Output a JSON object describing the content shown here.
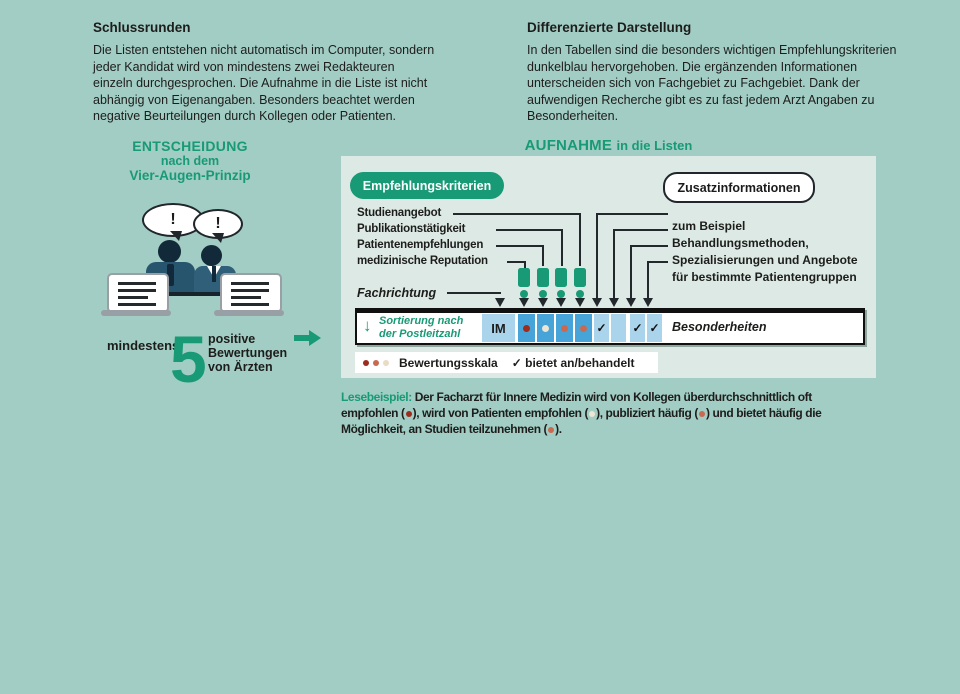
{
  "colors": {
    "background": "#a2cdc4",
    "panel": "#dce9e4",
    "accent_green": "#189a76",
    "table_dark_blue": "#46a4d8",
    "table_light_blue": "#aad3ec",
    "dot_dark_red": "#9b2c1e",
    "dot_cream": "#efe5d1",
    "dot_salmon": "#c96a50"
  },
  "sections": {
    "final_rounds": {
      "title": "Schlussrunden",
      "body": "Die Listen entstehen nicht automatisch im Computer, sondern\njeder Kandidat wird von mindestens zwei Redakteuren\neinzeln durchgesprochen. Die Aufnahme in die Liste ist nicht\nabhängig von Eigenangaben. Besonders beachtet werden\nnegative Beurteilungen durch Kollegen oder Patienten."
    },
    "differentiated": {
      "title": "Differenzierte Darstellung",
      "body": "In den Tabellen sind die besonders wichtigen Empfehlungskriterien\ndunkelblau hervorgehoben. Die ergänzenden Informationen\nunterscheiden sich von Fachgebiet zu Fachgebiet. Dank der\naufwendigen Recherche gibt es zu fast jedem Arzt Angaben zu\nBesonderheiten."
    },
    "decision": {
      "line1": "ENTSCHEIDUNG",
      "line2": "nach dem",
      "line3": "Vier-Augen-Prinzip",
      "bubble_mark": "!",
      "min_label": "mindestens",
      "big_number": "5",
      "ratings_label": "positive\nBewertungen\nvon Ärzten"
    },
    "admission": {
      "heading_strong": "AUFNAHME",
      "heading_rest": "in die Listen",
      "criteria_pill": "Empfehlungskriterien",
      "info_pill": "Zusatzinformationen",
      "criteria": [
        "Studienangebot",
        "Publikationstätigkeit",
        "Patientenempfehlungen",
        "medizinische Reputation"
      ],
      "row_label": "Fachrichtung",
      "info_text": "zum Beispiel Behandlungsmethoden,\nSpezialisierungen und Angebote\nfür bestimmte Patientengruppen",
      "table": {
        "sort_label": "Sortierung nach\nder Postleitzahl",
        "sort_arrow": "↓",
        "first_cell": "IM",
        "rating_dots": [
          "#9b2c1e",
          "#efe5d1",
          "#c96a50",
          "#c96a50"
        ],
        "check_cells": [
          "✓",
          "",
          "✓",
          "✓"
        ],
        "last_cell": "Besonderheiten"
      },
      "legend": {
        "dots": [
          "#9b2c1e",
          "#c96a50",
          "#eadbc4"
        ],
        "rating_label": "Bewertungsskala",
        "check_label": "✓ bietet an/behandelt"
      }
    },
    "example": {
      "segments": [
        {
          "t": "Lesebeispiel: ",
          "color": "#189a76"
        },
        {
          "t": "Der Facharzt für Innere Medizin wird von Kollegen überdurchschnittlich oft\nempfohlen ("
        },
        {
          "dot": "#9b2c1e"
        },
        {
          "t": "), wird von Patienten empfohlen ("
        },
        {
          "dot": "#efe5d1"
        },
        {
          "t": "), publiziert häufig ("
        },
        {
          "dot": "#c96a50"
        },
        {
          "t": ") und bietet häufig die\nMöglichkeit, an Studien teilzunehmen ("
        },
        {
          "dot": "#c96a50"
        },
        {
          "t": ")."
        }
      ]
    }
  }
}
